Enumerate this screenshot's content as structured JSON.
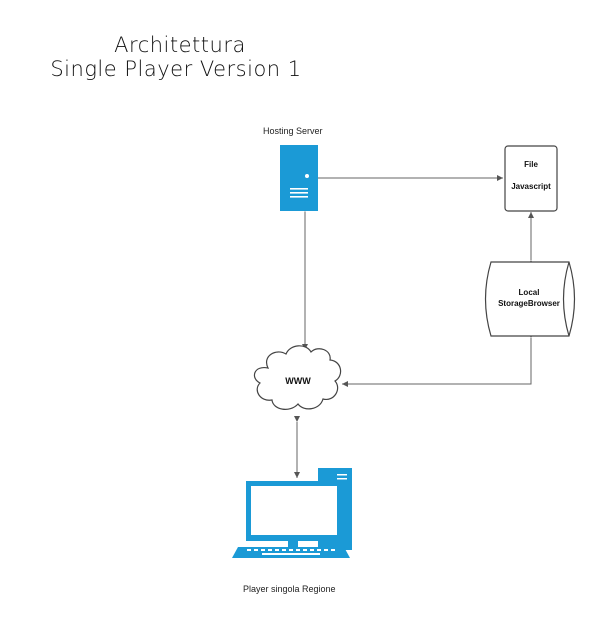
{
  "title": {
    "line1": "Architettura",
    "line2": "Single Player Version 1"
  },
  "nodes": {
    "hosting_server": {
      "label": "Hosting Server"
    },
    "file_js": {
      "line1": "File",
      "line2": "Javascript"
    },
    "local_storage": {
      "line1": "Local",
      "line2": "StorageBrowser"
    },
    "www": {
      "label": "WWW"
    },
    "player": {
      "label": "Player  singola Regione"
    }
  },
  "colors": {
    "server_blue": "#1b9ad6",
    "line": "#666666",
    "border": "#444444"
  }
}
